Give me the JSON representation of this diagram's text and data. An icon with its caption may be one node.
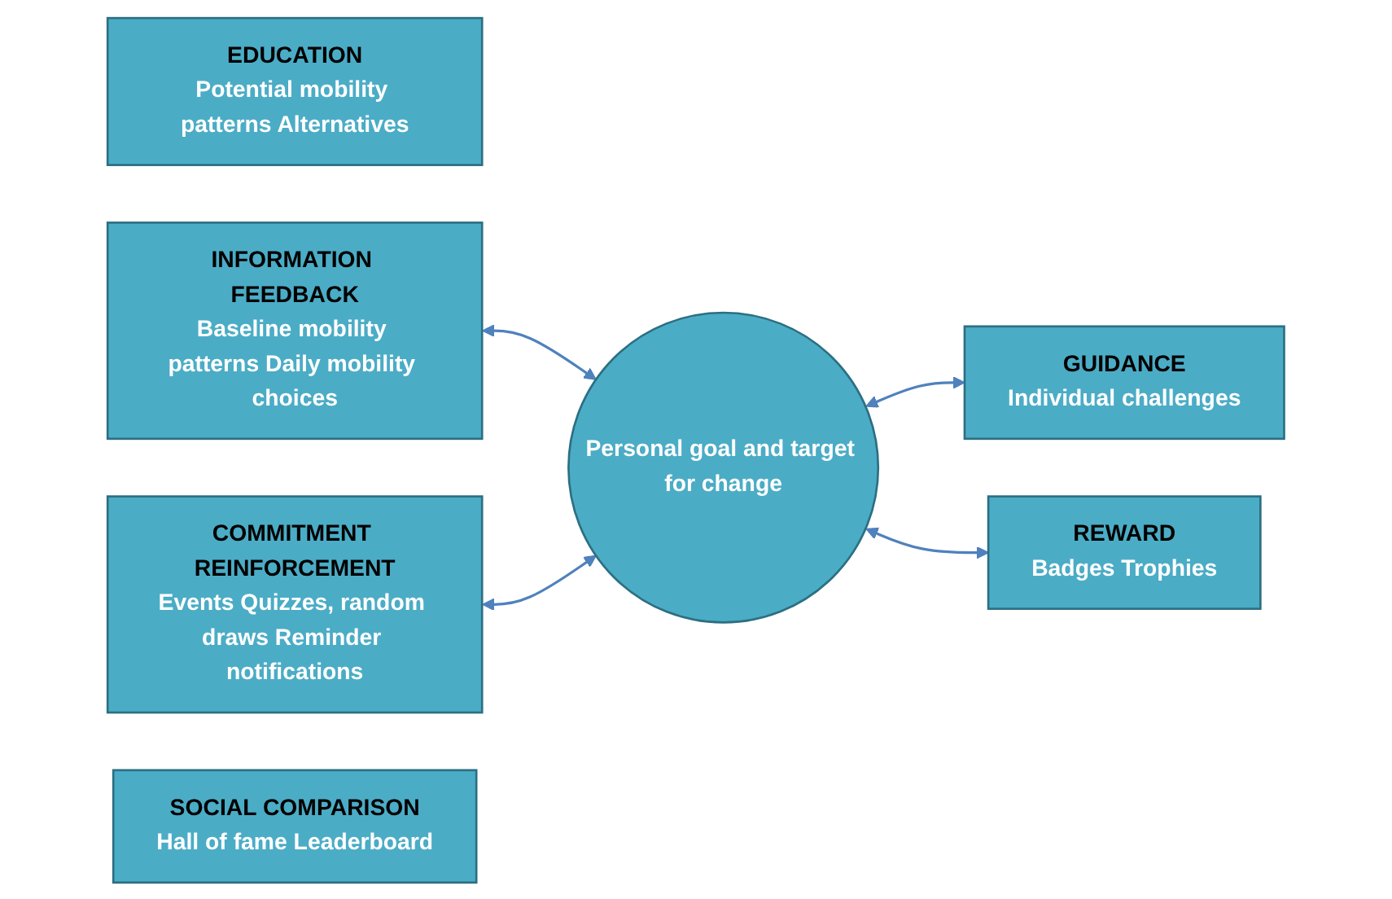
{
  "diagram": {
    "nodes": [
      {
        "text": [
          "EDUCATION",
          "Potential mobility patterns Alternatives"
        ]
      },
      {
        "text": [
          "INFORMATION FEEDBACK",
          "Baseline mobility patterns Daily mobility choices"
        ]
      },
      {
        "text": [
          "GUIDANCE",
          "Individual challenges"
        ]
      },
      {
        "text": [
          "Personal goal and target for change"
        ]
      },
      {
        "text": [
          "COMMITMENT REINFORCEMENT",
          "Events Quizzes, random draws Reminder notifications"
        ]
      },
      {
        "text": [
          "REWARD",
          "Badges Trophies"
        ]
      },
      {
        "text": [
          "SOCIAL COMPARISON",
          "Hall of fame Leaderboard"
        ]
      }
    ],
    "edges": [
      {
        "from": 1,
        "to": 3,
        "arrow": "both"
      },
      {
        "from": 3,
        "to": 2,
        "arrow": "both"
      },
      {
        "from": 4,
        "to": 3,
        "arrow": "both"
      },
      {
        "from": 3,
        "to": 5,
        "arrow": "both"
      }
    ]
  }
}
